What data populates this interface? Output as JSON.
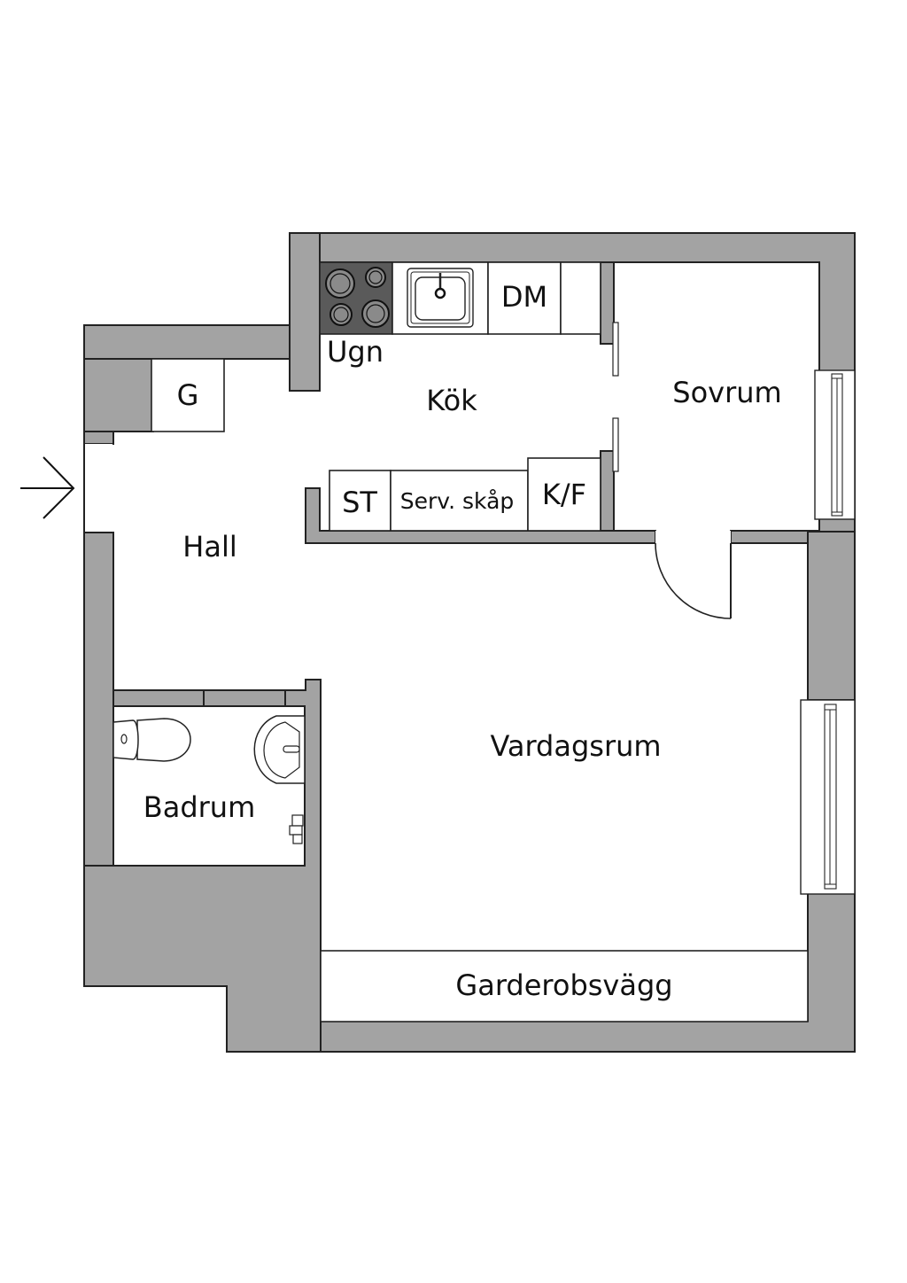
{
  "plan": {
    "rooms": {
      "kitchen": "Kök",
      "bedroom": "Sovrum",
      "hall": "Hall",
      "living": "Vardagsrum",
      "bathroom": "Badrum"
    },
    "fixtures": {
      "oven": "Ugn",
      "dishwasher": "DM",
      "wardrobe_g": "G",
      "storage": "ST",
      "service_cabinet": "Serv. skåp",
      "fridge_freezer": "K/F",
      "wardrobe_wall": "Garderobsvägg"
    },
    "entrance_icon": "arrow-right-icon",
    "colors": {
      "wall": "#a3a3a3",
      "stove": "#5a5a5a",
      "line": "#222222",
      "background": "#ffffff"
    }
  }
}
